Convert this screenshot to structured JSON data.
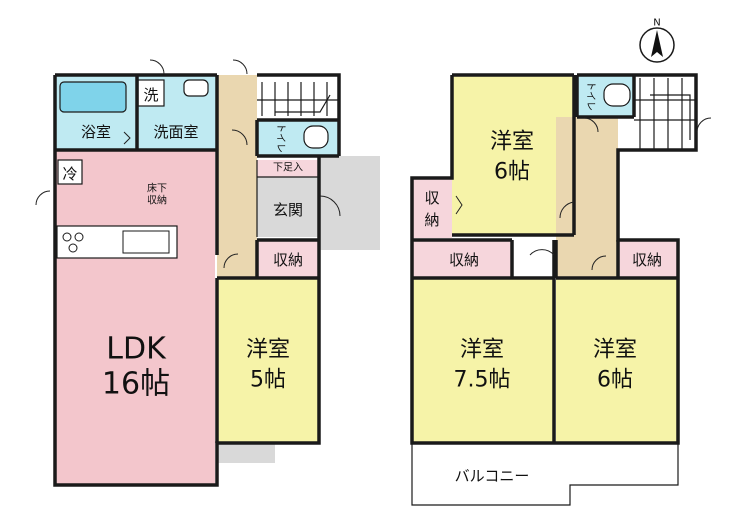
{
  "floor1": {
    "bath": "浴室",
    "washroom": "洗面室",
    "washer": "洗",
    "fridge": "冷",
    "underfloor": [
      "床下",
      "収納"
    ],
    "ldk": [
      "LDK",
      "16帖"
    ],
    "toilet": "トイレ",
    "shoebox": "下足入",
    "entrance": "玄関",
    "storage": "収納",
    "room": [
      "洋室",
      "5帖"
    ]
  },
  "floor2": {
    "room_north": [
      "洋室",
      "6帖"
    ],
    "storage_side": [
      "収",
      "納"
    ],
    "toilet": "トイレ",
    "storage_left": "収納",
    "storage_right": "収納",
    "room_left": [
      "洋室",
      "7.5帖"
    ],
    "room_right": [
      "洋室",
      "6帖"
    ],
    "balcony": "バルコニー"
  },
  "compass": "N",
  "colors": {
    "wall": "#1a1a1a",
    "ldk": "#f3c6cc",
    "bedroom": "#f6f3a8",
    "wet": "#bfeaf2",
    "storage": "#f6d6dc",
    "corridor": "#ead7b0",
    "entrance": "#d9d9d9",
    "shoebox": "#f6d6dc"
  }
}
